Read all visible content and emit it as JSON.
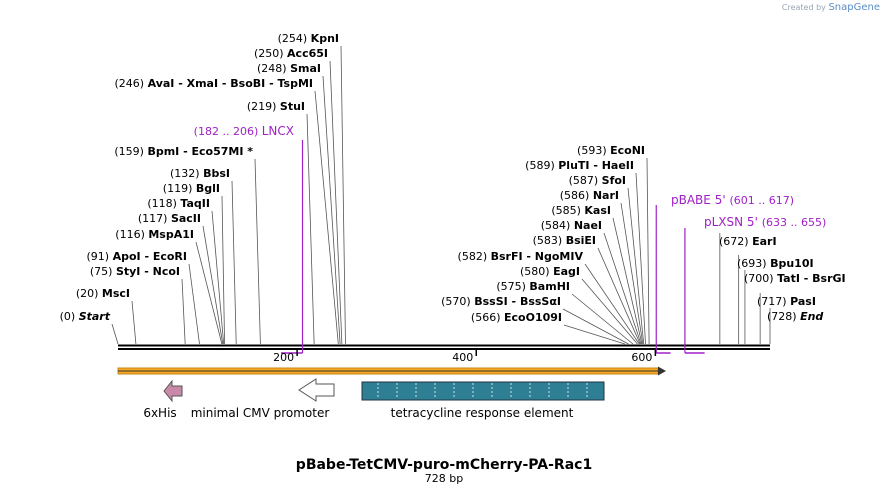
{
  "branding": {
    "created_by": "Created by",
    "app": "SnapGene"
  },
  "map": {
    "title": "pBabe-TetCMV-puro-mCherry-PA-Rac1",
    "length_label": "728 bp",
    "length_bp": 728,
    "ticks": [
      "200",
      "400",
      "600"
    ],
    "colors": {
      "enzyme": "#000000",
      "primer": "#a020c8",
      "orf": "#f7a823",
      "feature_teal": "#2e7f94",
      "his_tag": "#c88aa8"
    },
    "enzymes": [
      {
        "pos": "(0)",
        "name": "Start",
        "bp": 0,
        "italic": true
      },
      {
        "pos": "(20)",
        "name": "MscI",
        "bp": 20
      },
      {
        "pos": "(75)",
        "name": "StyI  -  NcoI",
        "bp": 75
      },
      {
        "pos": "(91)",
        "name": "ApoI  -  EcoRI",
        "bp": 91
      },
      {
        "pos": "(116)",
        "name": "MspA1I",
        "bp": 116
      },
      {
        "pos": "(117)",
        "name": "SacII",
        "bp": 117
      },
      {
        "pos": "(118)",
        "name": "TaqII",
        "bp": 118
      },
      {
        "pos": "(119)",
        "name": "BglI",
        "bp": 119
      },
      {
        "pos": "(132)",
        "name": "BbsI",
        "bp": 132
      },
      {
        "pos": "(159)",
        "name": "BpmI  -  Eco57MI *",
        "bp": 159
      },
      {
        "pos": "(219)",
        "name": "StuI",
        "bp": 219
      },
      {
        "pos": "(246)",
        "name": "AvaI  -  XmaI  -  BsoBI  -  TspMI",
        "bp": 246
      },
      {
        "pos": "(248)",
        "name": "SmaI",
        "bp": 248
      },
      {
        "pos": "(250)",
        "name": "Acc65I",
        "bp": 250
      },
      {
        "pos": "(254)",
        "name": "KpnI",
        "bp": 254
      },
      {
        "pos": "(566)",
        "name": "EcoO109I",
        "bp": 566
      },
      {
        "pos": "(570)",
        "name": "BssSI  -  BssSαI",
        "bp": 570
      },
      {
        "pos": "(575)",
        "name": "BamHI",
        "bp": 575
      },
      {
        "pos": "(580)",
        "name": "EagI",
        "bp": 580
      },
      {
        "pos": "(582)",
        "name": "BsrFI  -  NgoMIV",
        "bp": 582
      },
      {
        "pos": "(583)",
        "name": "BsiEI",
        "bp": 583
      },
      {
        "pos": "(584)",
        "name": "NaeI",
        "bp": 584
      },
      {
        "pos": "(585)",
        "name": "KasI",
        "bp": 585
      },
      {
        "pos": "(586)",
        "name": "NarI",
        "bp": 586
      },
      {
        "pos": "(587)",
        "name": "SfoI",
        "bp": 587
      },
      {
        "pos": "(589)",
        "name": "PluTI  -  HaeII",
        "bp": 589
      },
      {
        "pos": "(593)",
        "name": "EcoNI",
        "bp": 593
      },
      {
        "pos": "(672)",
        "name": "EarI",
        "bp": 672
      },
      {
        "pos": "(693)",
        "name": "Bpu10I",
        "bp": 693
      },
      {
        "pos": "(700)",
        "name": "TatI  -  BsrGI",
        "bp": 700
      },
      {
        "pos": "(717)",
        "name": "PasI",
        "bp": 717
      },
      {
        "pos": "(728)",
        "name": "End",
        "bp": 728,
        "italic": true
      }
    ],
    "primers": [
      {
        "name": "LNCX",
        "range": "(182 .. 206)",
        "start": 182,
        "end": 206
      },
      {
        "name": "pBABE 5'",
        "range": "(601 .. 617)",
        "start": 601,
        "end": 617
      },
      {
        "name": "pLXSN 5'",
        "range": "(633 .. 655)",
        "start": 633,
        "end": 655
      }
    ],
    "features": [
      {
        "name": "6xHis",
        "type": "his_tag"
      },
      {
        "name": "minimal CMV promoter",
        "type": "promoter"
      },
      {
        "name": "tetracycline response element",
        "type": "repeat"
      }
    ]
  }
}
